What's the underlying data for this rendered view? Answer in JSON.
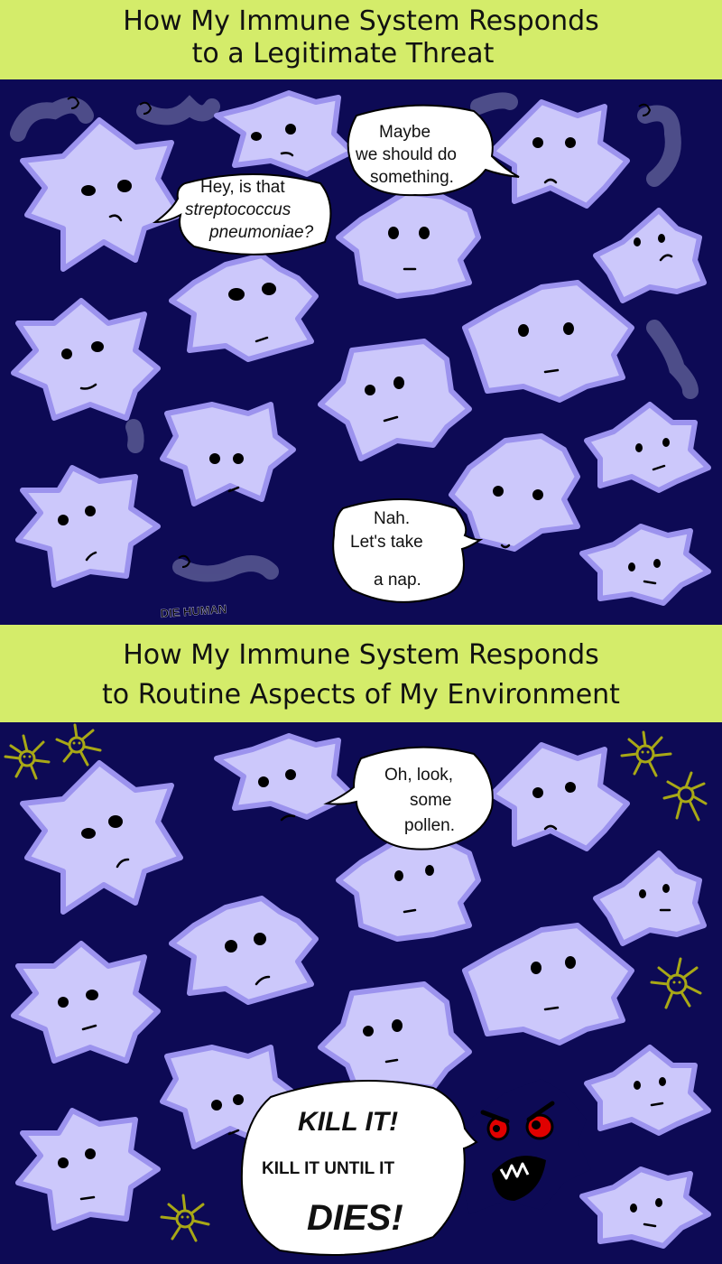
{
  "panel_top": {
    "title_line1": "How My Immune System Responds",
    "title_line2": "to a Legitimate Threat",
    "bubble1": [
      "Hey, is that",
      "streptococcus",
      "pneumoniae?"
    ],
    "bubble2": [
      "Maybe",
      "we should do",
      "something."
    ],
    "bubble3": [
      "Nah.",
      "Let's take",
      "a nap."
    ],
    "bacteria_caption": "DIE HUMAN"
  },
  "panel_bottom": {
    "title_line1": "How My Immune System Responds",
    "title_line2": "to Routine Aspects of My Environment",
    "bubble1": [
      "Oh, look,",
      "some",
      "pollen."
    ],
    "bubble2": [
      "KILL IT!",
      "KILL IT UNTIL IT",
      "DIES!"
    ]
  },
  "colors": {
    "banner": "#d4ec6a",
    "background": "#0d0a55",
    "cell_fill": "#ccc8fb",
    "cell_outline": "#9c93ee",
    "bacteria": "#54548f",
    "pollen": "#a8a816",
    "angry_eye": "#e00000"
  }
}
